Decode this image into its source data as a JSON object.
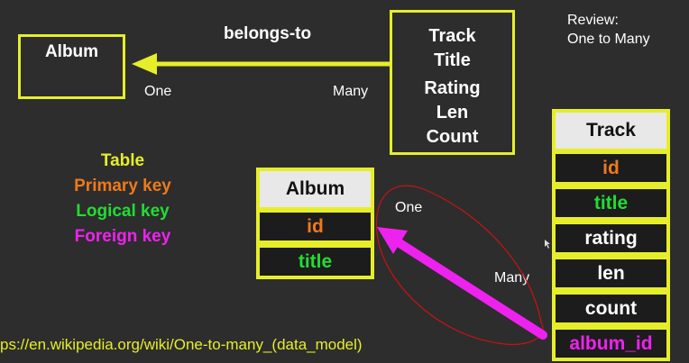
{
  "colors": {
    "background": "#2d2d2d",
    "table_yellow": "#e6ee2a",
    "primary_key": "#ee7a1a",
    "logical_key": "#22dd33",
    "foreign_key": "#ee22ee",
    "annotation_red": "#cc1111"
  },
  "top": {
    "album_label": "Album",
    "relation_label": "belongs-to",
    "one_label": "One",
    "many_label": "Many",
    "track_fields": [
      "Track",
      "Title",
      "Rating",
      "Len",
      "Count"
    ],
    "review_line1": "Review:",
    "review_line2": "One to Many"
  },
  "legend": {
    "table": "Table",
    "primary_key": "Primary key",
    "logical_key": "Logical key",
    "foreign_key": "Foreign key"
  },
  "album_table": {
    "header": "Album",
    "rows": [
      {
        "label": "id",
        "kind": "primary_key"
      },
      {
        "label": "title",
        "kind": "logical_key"
      }
    ]
  },
  "track_table": {
    "header": "Track",
    "rows": [
      {
        "label": "id",
        "kind": "primary_key"
      },
      {
        "label": "title",
        "kind": "logical_key"
      },
      {
        "label": "rating",
        "kind": "plain"
      },
      {
        "label": "len",
        "kind": "plain"
      },
      {
        "label": "count",
        "kind": "plain"
      },
      {
        "label": "album_id",
        "kind": "foreign_key"
      }
    ]
  },
  "bottom": {
    "one_label": "One",
    "many_label": "Many"
  },
  "url_text": "ps://en.wikipedia.org/wiki/One-to-many_(data_model)"
}
